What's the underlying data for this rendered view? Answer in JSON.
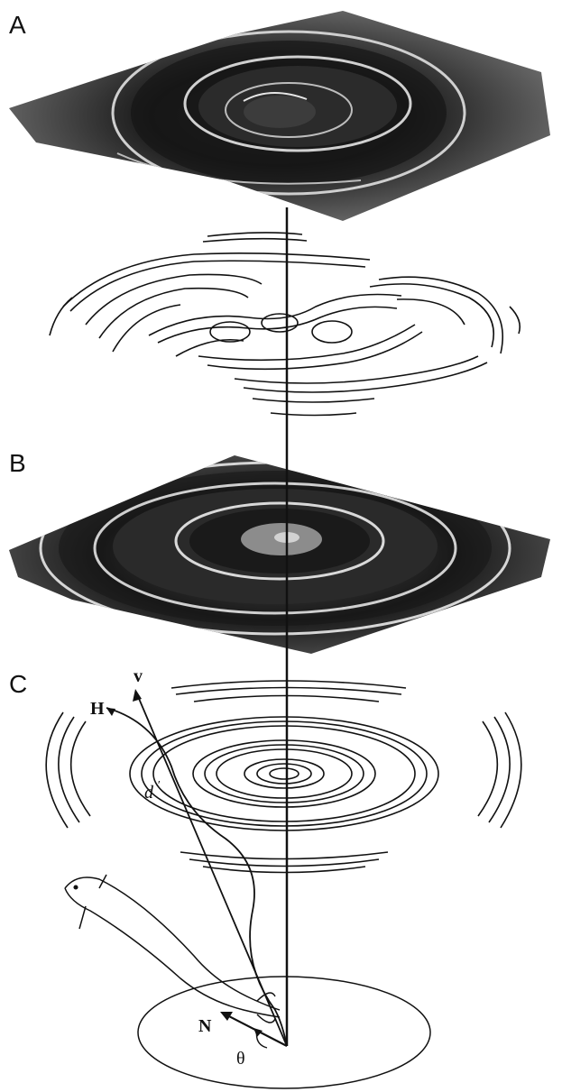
{
  "panels": {
    "a": {
      "label": "A"
    },
    "b": {
      "label": "B"
    },
    "c": {
      "label": "C"
    }
  },
  "symbols": {
    "velocity": "v",
    "heading": "H",
    "distance": "d",
    "north": "N",
    "angle": "θ"
  },
  "colors": {
    "ink": "#111111",
    "surface_dark": "#1c1c1c",
    "surface_mid": "#6e6e6e",
    "surface_light": "#d8d8d8",
    "background": "#ffffff"
  }
}
